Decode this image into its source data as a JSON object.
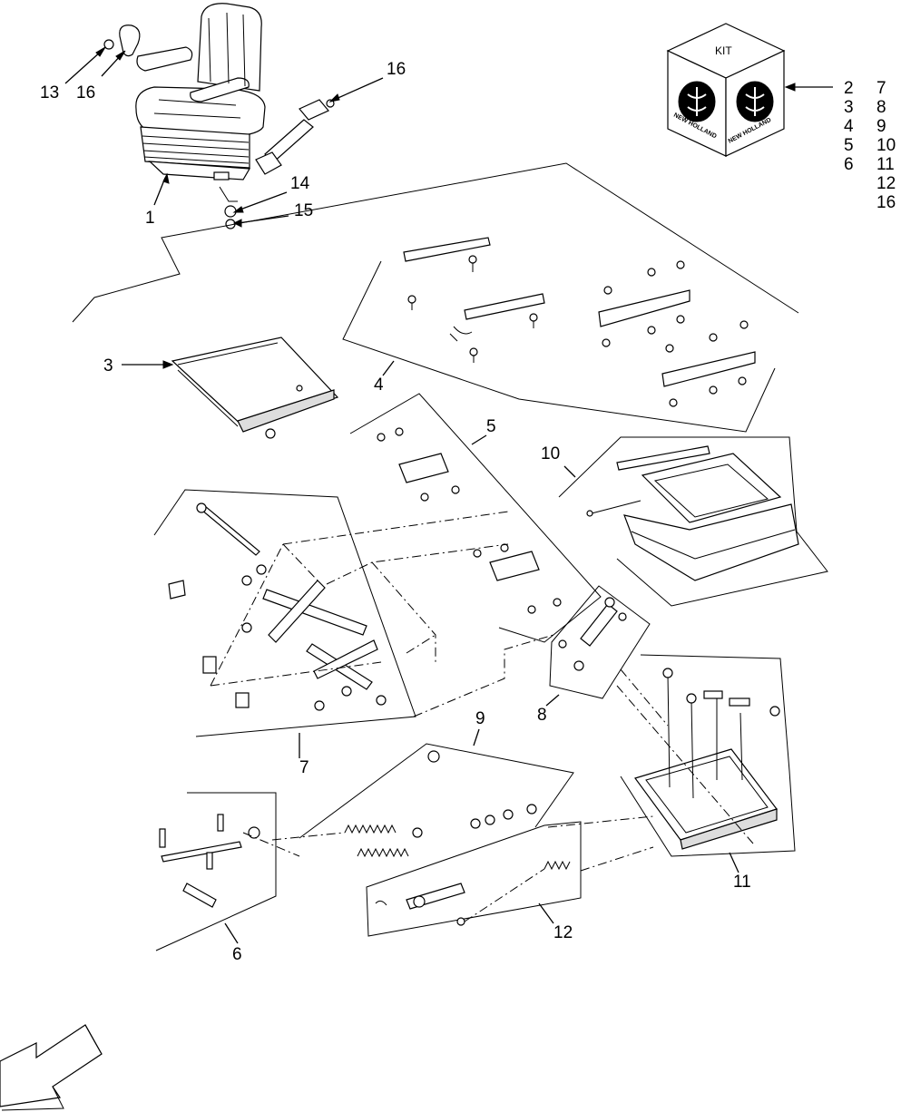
{
  "callouts": {
    "c1": "1",
    "c2": "2",
    "c3": "3",
    "c4": "4",
    "c5": "5",
    "c6": "6",
    "c7": "7",
    "c8": "8",
    "c9": "9",
    "c10": "10",
    "c11": "11",
    "c12": "12",
    "c13": "13",
    "c14": "14",
    "c15": "15",
    "c16a": "16",
    "c16b": "16"
  },
  "kit": {
    "label": "KIT",
    "brand_left": "NEW HOLLAND",
    "brand_right": "NEW HOLLAND",
    "column_left": [
      "2",
      "3",
      "4",
      "5",
      "6"
    ],
    "column_right": [
      "7",
      "8",
      "9",
      "10",
      "11",
      "12",
      "16"
    ]
  },
  "colors": {
    "line": "#000000",
    "background": "#ffffff"
  },
  "icons": [
    "direction-arrow-icon",
    "new-holland-logo-icon"
  ]
}
